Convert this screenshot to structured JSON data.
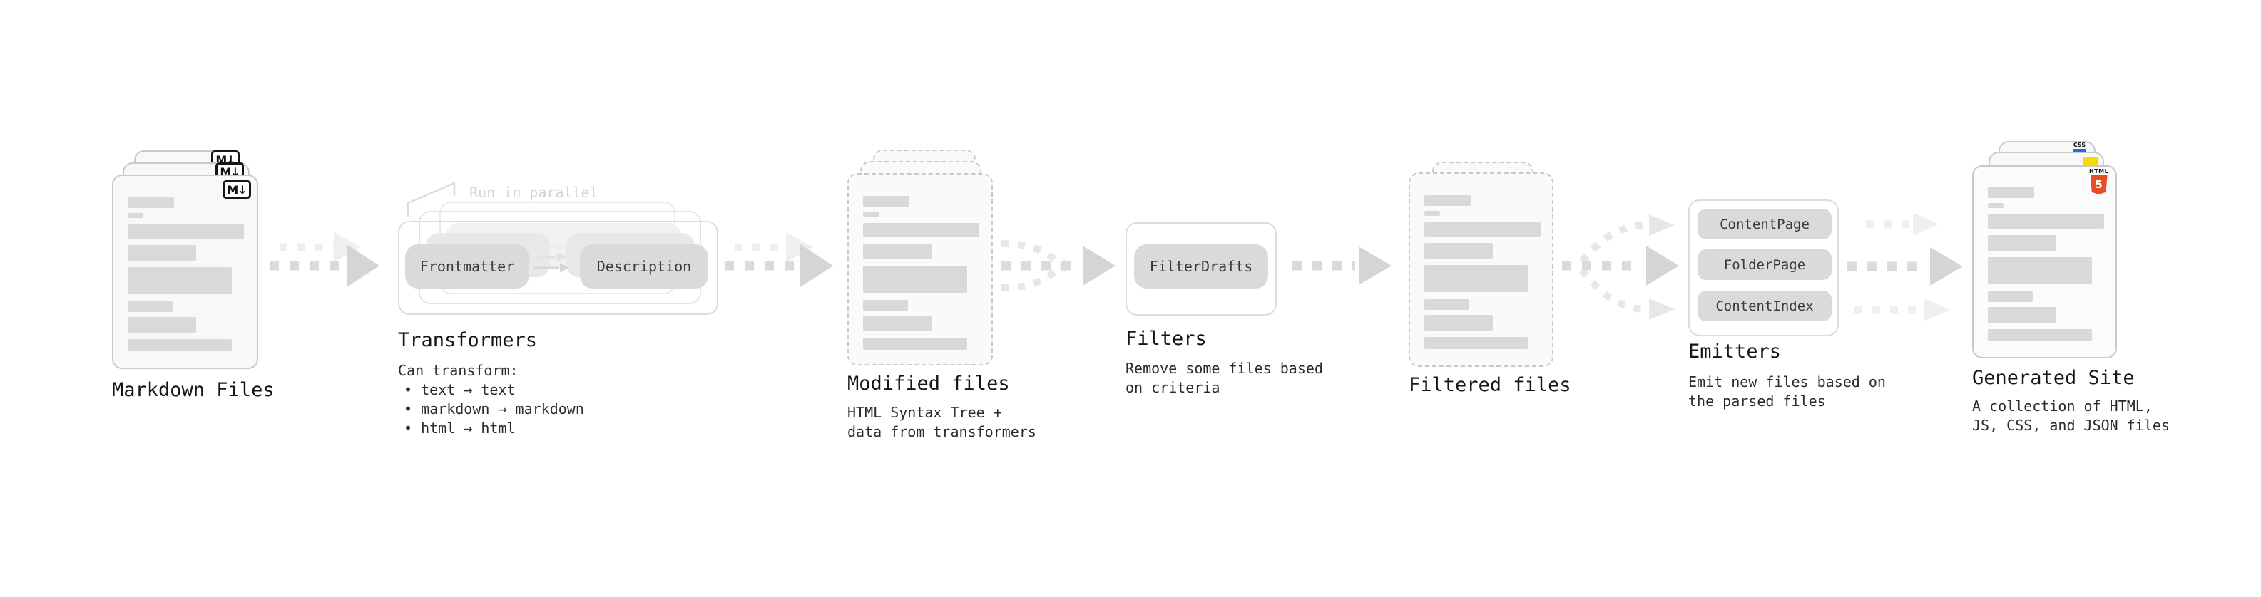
{
  "stages": {
    "markdown_files": {
      "label": "Markdown Files",
      "file_badge": "M↓"
    },
    "transformers": {
      "label": "Transformers",
      "annotation": "Run in parallel",
      "pill_left": "Frontmatter",
      "pill_right": "Description",
      "desc_title": "Can transform:",
      "bullets": [
        "• text → text",
        "• markdown → markdown",
        "• html → html"
      ]
    },
    "modified_files": {
      "label": "Modified files",
      "sublabel": "HTML Syntax Tree +\ndata from transformers"
    },
    "filters": {
      "label": "Filters",
      "pill": "FilterDrafts",
      "sublabel": "Remove some files based\non criteria"
    },
    "filtered_files": {
      "label": "Filtered files"
    },
    "emitters": {
      "label": "Emitters",
      "pills": [
        "ContentPage",
        "FolderPage",
        "ContentIndex"
      ],
      "sublabel": "Emit new files based on\nthe parsed files"
    },
    "generated_site": {
      "label": "Generated Site",
      "sublabel": "A collection of HTML,\nJS, CSS, and JSON files",
      "badges": {
        "css_wordmark": "CSS",
        "html_wordmark": "HTML",
        "html_number": "5"
      }
    }
  },
  "colors": {
    "html5_orange": "#e44d26",
    "js_yellow": "#f5d908",
    "css_blue": "#2965f1",
    "placeholder_bar_gray": "#d9d9d9",
    "pill_gray": "#dadada",
    "arrow_gray": "#d5d5d5",
    "annotation_gray": "#d2d2d2"
  }
}
